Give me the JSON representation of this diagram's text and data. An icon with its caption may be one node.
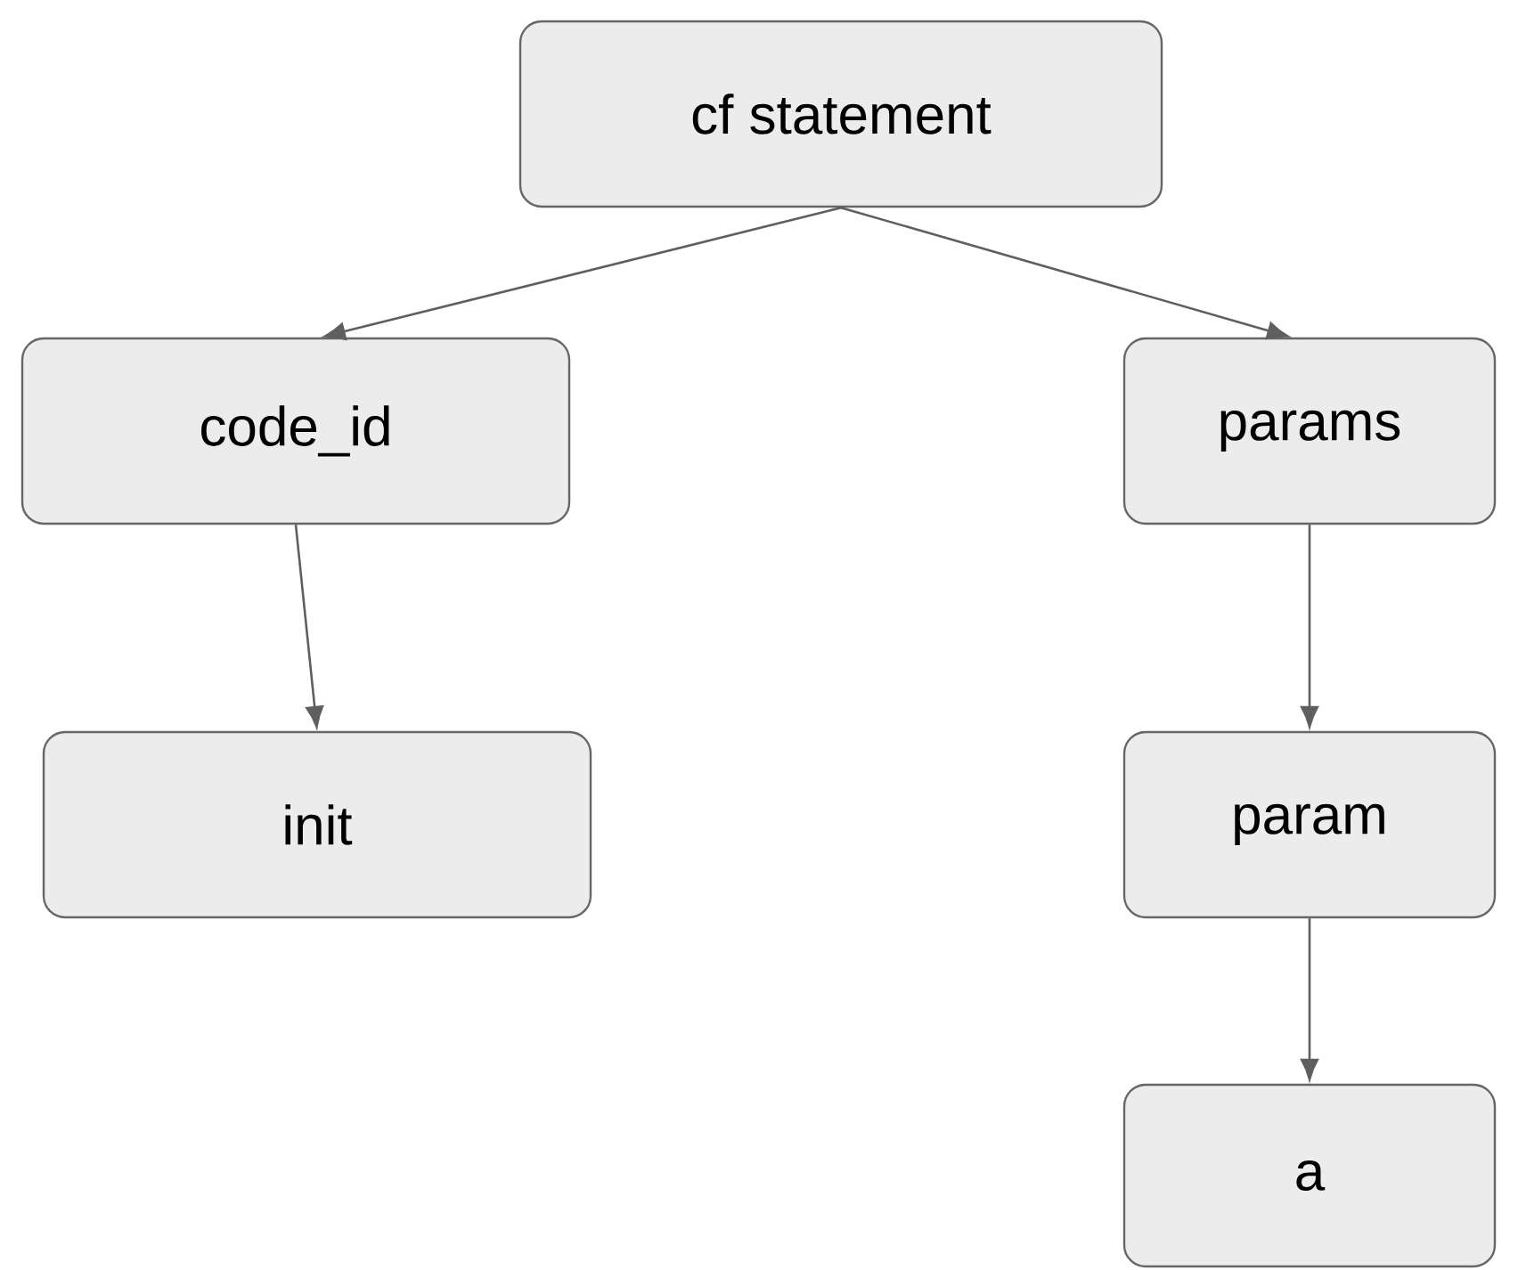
{
  "diagram": {
    "nodes": [
      {
        "text": [
          "cf statement"
        ]
      },
      {
        "text": [
          "code_id"
        ]
      },
      {
        "text": [
          "params"
        ]
      },
      {
        "text": [
          "init"
        ]
      },
      {
        "text": [
          "param"
        ]
      },
      {
        "text": [
          "a"
        ]
      }
    ],
    "edges": [
      {
        "from": 0,
        "to": 1,
        "arrow": "to"
      },
      {
        "from": 0,
        "to": 2,
        "arrow": "to"
      },
      {
        "from": 1,
        "to": 3,
        "arrow": "to"
      },
      {
        "from": 2,
        "to": 4,
        "arrow": "to"
      },
      {
        "from": 4,
        "to": 5,
        "arrow": "to"
      }
    ]
  }
}
